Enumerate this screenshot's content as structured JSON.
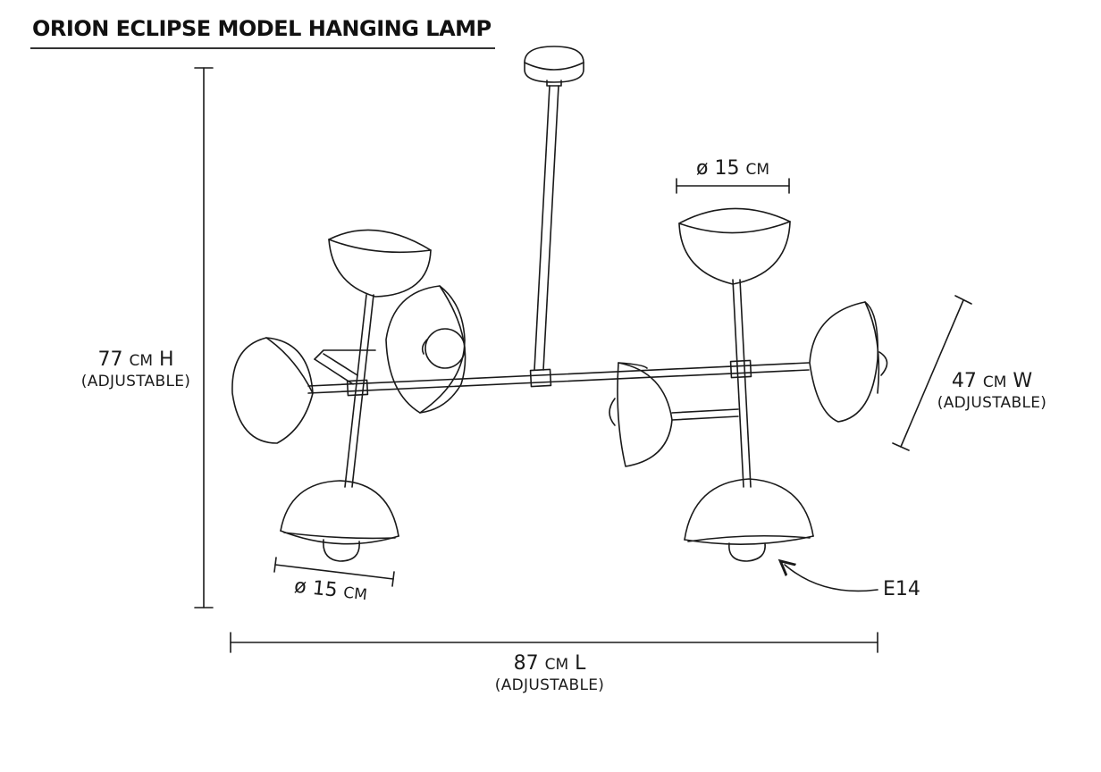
{
  "title": "ORION ECLIPSE MODEL HANGING LAMP",
  "dimensions": {
    "height": {
      "value": "77",
      "unit": "CM",
      "axis": "H",
      "note": "(ADJUSTABLE)"
    },
    "width": {
      "value": "47",
      "unit": "CM",
      "axis": "W",
      "note": "(ADJUSTABLE)"
    },
    "length": {
      "value": "87",
      "unit": "CM",
      "axis": "L",
      "note": "(ADJUSTABLE)"
    },
    "shade_top": {
      "prefix": "ø 15",
      "unit": "CM"
    },
    "shade_bottom": {
      "prefix": "ø 15",
      "unit": "CM"
    },
    "socket": "E14"
  },
  "colors": {
    "ink": "#1a1a1a",
    "background": "#ffffff"
  }
}
